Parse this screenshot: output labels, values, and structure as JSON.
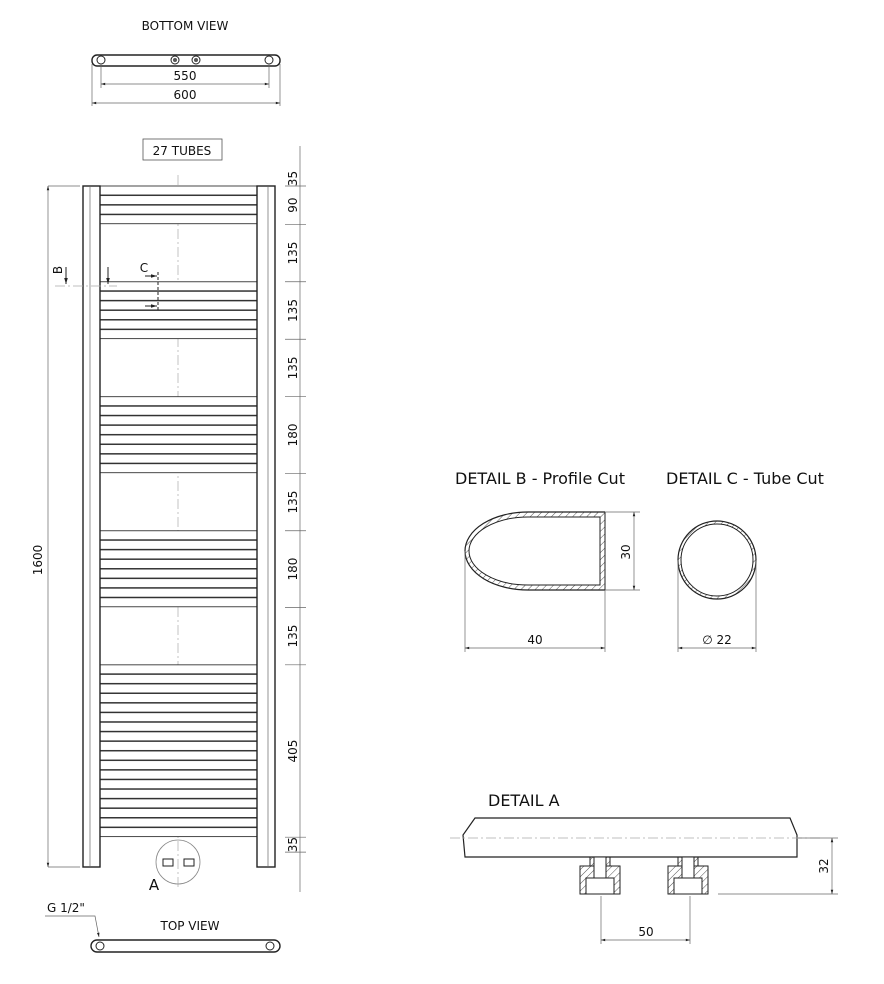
{
  "bottom_view": {
    "title": "BOTTOM VIEW",
    "dim_inner": "550",
    "dim_outer": "600"
  },
  "front_view": {
    "tube_count_label": "27 TUBES",
    "height_label": "1600",
    "section_b_label": "B",
    "section_c_label": "C",
    "detail_a_marker": "A",
    "right_dims": [
      "35",
      "90",
      "135",
      "135",
      "135",
      "180",
      "135",
      "180",
      "135",
      "405",
      "35"
    ]
  },
  "top_view": {
    "title": "TOP VIEW",
    "connection_label": "G 1/2\""
  },
  "detail_b": {
    "title": "DETAIL B - Profile Cut",
    "height": "30",
    "width": "40"
  },
  "detail_c": {
    "title": "DETAIL C - Tube Cut",
    "diameter": "∅ 22"
  },
  "detail_a": {
    "title": "DETAIL  A",
    "height": "32",
    "spacing": "50"
  }
}
